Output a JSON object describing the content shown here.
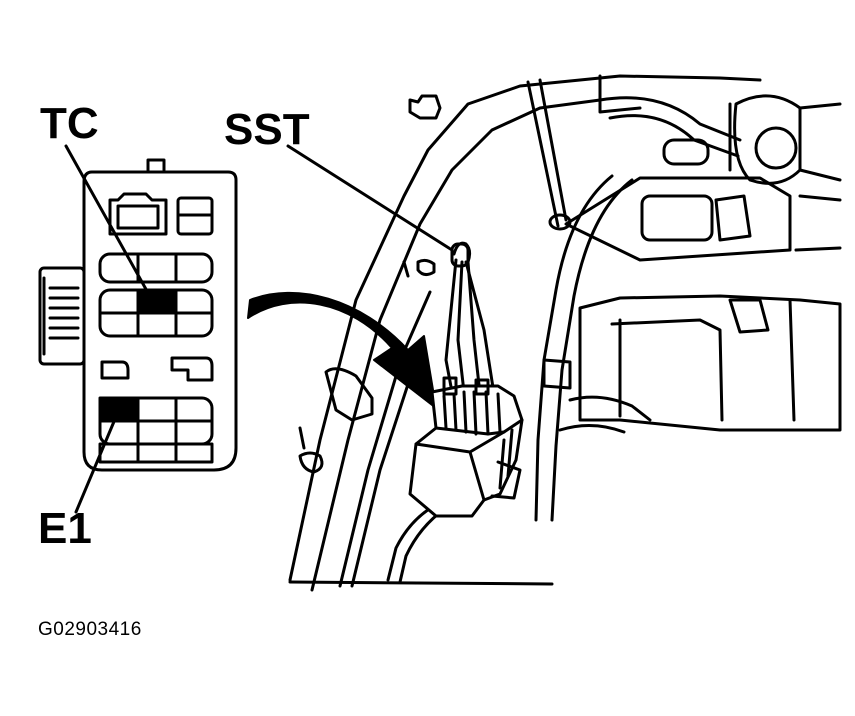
{
  "labels": {
    "tc": "TC",
    "sst": "SST",
    "e1": "E1",
    "figure_code": "G02903416"
  },
  "colors": {
    "ink": "#000000",
    "paper": "#ffffff"
  }
}
